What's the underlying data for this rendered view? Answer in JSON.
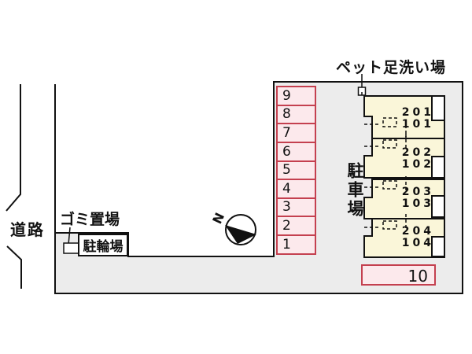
{
  "labels": {
    "road": "道路",
    "garbage_area": "ゴミ置場",
    "bicycle_parking": "駐輪場",
    "pet_wash": "ペット足洗い場",
    "parking_lot": "駐車場",
    "compass_north": "N"
  },
  "parking": {
    "spots": [
      "9",
      "8",
      "7",
      "6",
      "5",
      "4",
      "3",
      "2",
      "1"
    ],
    "spot10": "10"
  },
  "building": {
    "units": [
      {
        "upper": "201",
        "lower": "101"
      },
      {
        "upper": "202",
        "lower": "102"
      },
      {
        "upper": "203",
        "lower": "103"
      },
      {
        "upper": "204",
        "lower": "104"
      }
    ]
  },
  "colors": {
    "lot_fill": "#ececec",
    "outline": "#111111",
    "spot_fill": "#fce9ec",
    "spot_border": "#c4404f",
    "building_fill": "#faf6d9",
    "white": "#ffffff"
  }
}
